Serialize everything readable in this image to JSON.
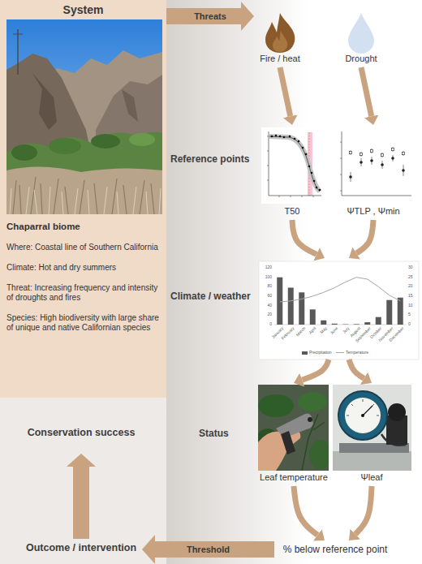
{
  "diagram": {
    "nodes": [
      {
        "text": [
          "System",
          "Chaparral biome",
          "Where: Coastal line of Southern California",
          "Climate: Hot and dry summers",
          "Threat: Increasing frequency and intensity of droughts and fires",
          "Species: High biodiversity with large share of unique and native Californian species"
        ]
      },
      {
        "text": [
          "Fire / heat"
        ]
      },
      {
        "text": [
          "Drought"
        ]
      },
      {
        "text": [
          "T50"
        ]
      },
      {
        "text": [
          "ΨTLP , Ψmin"
        ]
      },
      {
        "text": [
          "Climate / weather"
        ]
      },
      {
        "text": [
          "Leaf temperature"
        ]
      },
      {
        "text": [
          "Ψleaf"
        ]
      },
      {
        "text": [
          "% below reference point"
        ]
      },
      {
        "text": [
          "Outcome / intervention"
        ]
      },
      {
        "text": [
          "Conservation success"
        ]
      }
    ],
    "edges": [
      {
        "from": 0,
        "to": 1,
        "label": "Threats",
        "arrow": "to"
      },
      {
        "from": 1,
        "to": 3,
        "arrow": "to"
      },
      {
        "from": 2,
        "to": 4,
        "arrow": "to"
      },
      {
        "from": 3,
        "to": 5,
        "arrow": "to"
      },
      {
        "from": 4,
        "to": 5,
        "arrow": "to"
      },
      {
        "from": 5,
        "to": 6,
        "arrow": "to"
      },
      {
        "from": 5,
        "to": 7,
        "arrow": "to"
      },
      {
        "from": 6,
        "to": 8,
        "arrow": "to"
      },
      {
        "from": 7,
        "to": 8,
        "arrow": "to"
      },
      {
        "from": 8,
        "to": 9,
        "label": "Threshold",
        "arrow": "to"
      },
      {
        "from": 9,
        "to": 10,
        "arrow": "to"
      }
    ],
    "labels": [
      "Reference points",
      "Status",
      "0",
      "20",
      "40",
      "60",
      "80",
      "100",
      "120",
      "0",
      "5",
      "10",
      "15",
      "20",
      "25",
      "30",
      "January",
      "February",
      "March",
      "April",
      "May",
      "June",
      "July",
      "August",
      "September",
      "October",
      "November",
      "December"
    ],
    "legend": [
      {
        "text": "Precipitation",
        "color": "#595959"
      },
      {
        "text": "Temperature"
      }
    ]
  }
}
